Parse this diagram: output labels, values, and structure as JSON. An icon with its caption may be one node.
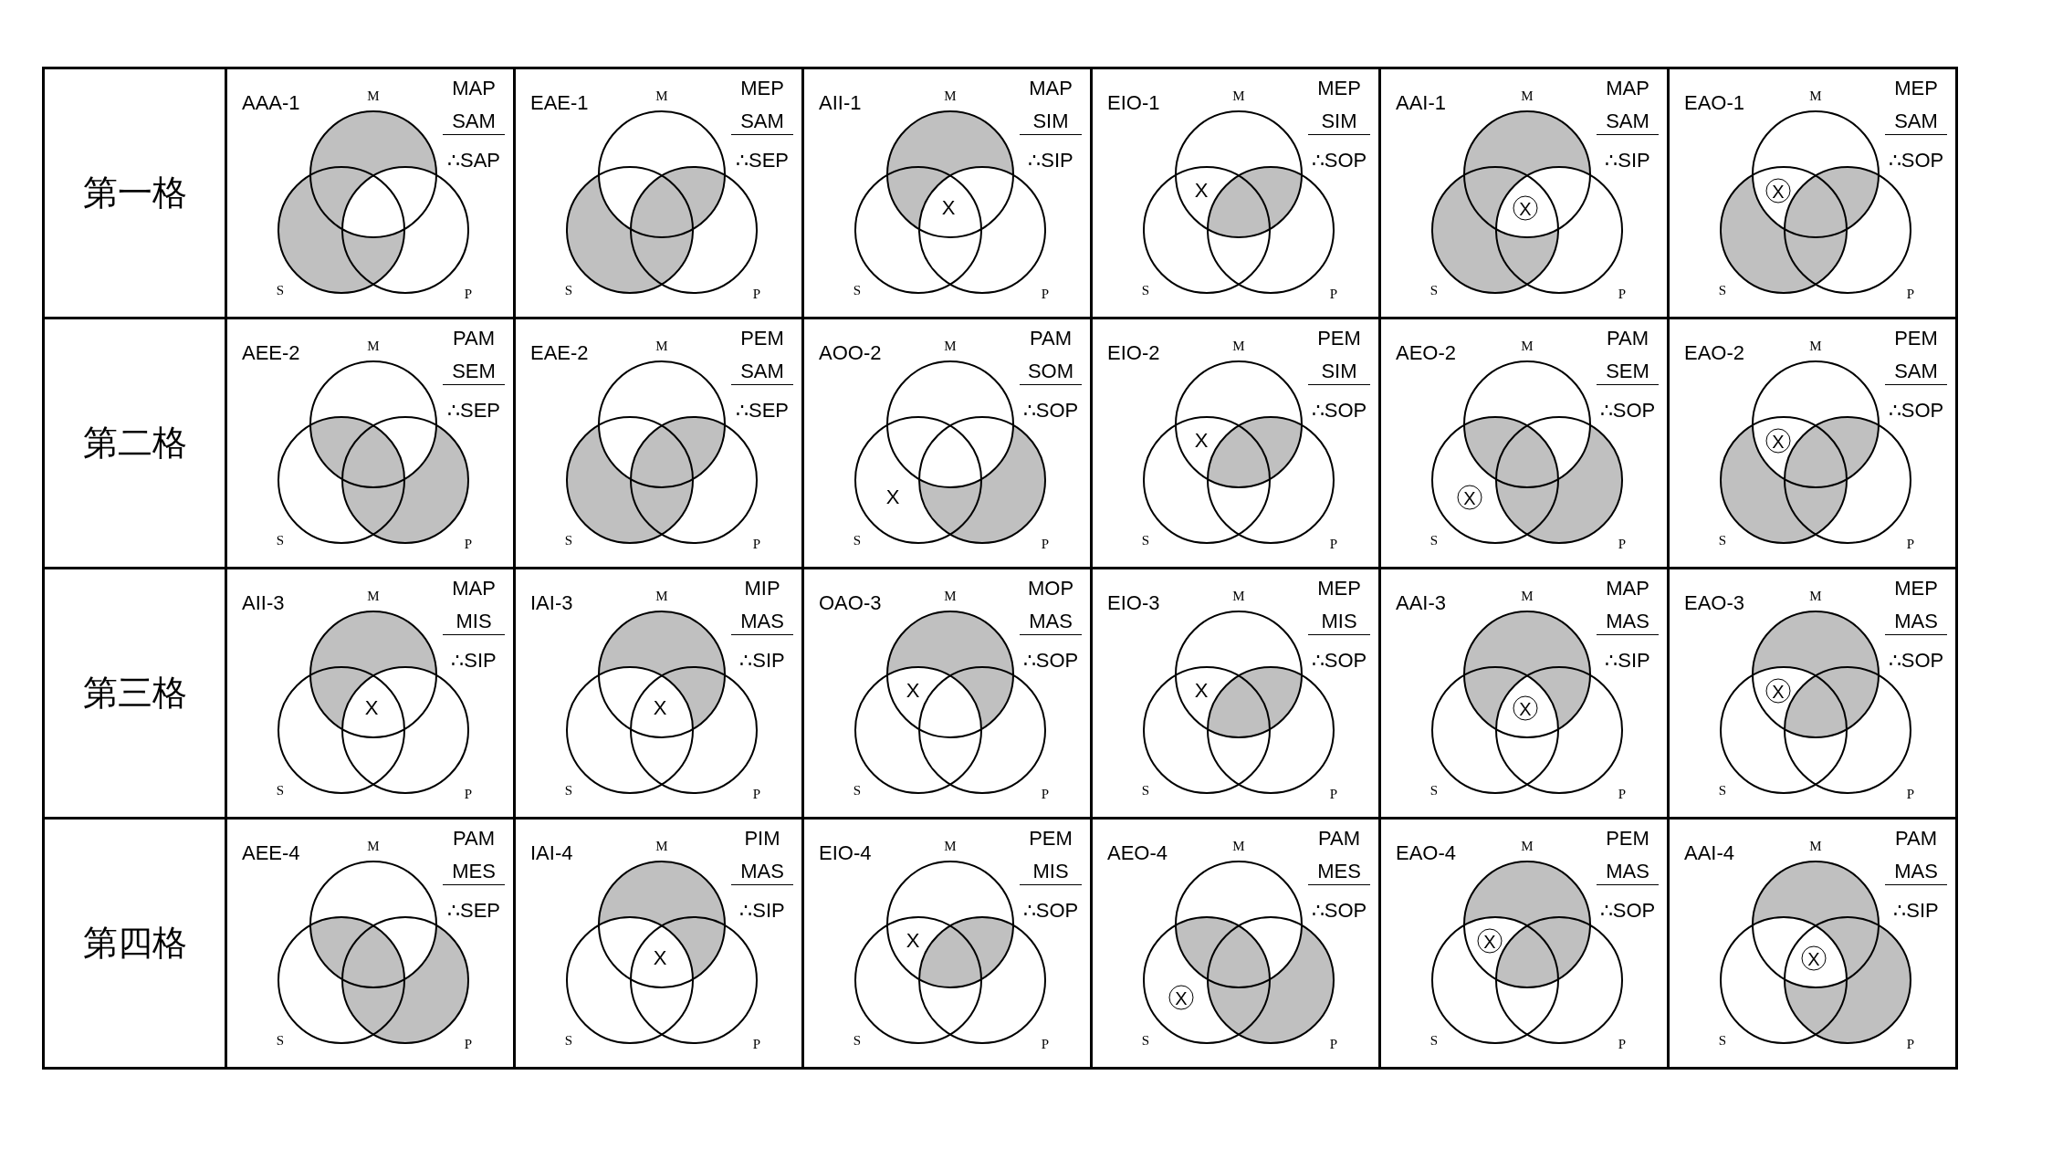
{
  "diagram": {
    "nodes": [
      {
        "text": [
          "第一格"
        ]
      },
      {
        "text": [
          "AAA-1",
          "M",
          "MAP",
          "SAM",
          "∴SAP",
          "S",
          "P"
        ]
      },
      {
        "text": [
          "EAE-1",
          "M",
          "MEP",
          "SAM",
          "∴SEP",
          "S",
          "P"
        ]
      },
      {
        "text": [
          "AII-1",
          "M",
          "MAP",
          "SIM",
          "∴SIP",
          "X",
          "S",
          "P"
        ]
      },
      {
        "text": [
          "EIO-1",
          "M",
          "MEP",
          "SIM",
          "∴SOP",
          "X",
          "S",
          "P"
        ]
      },
      {
        "text": [
          "AAI-1",
          "M",
          "MAP",
          "SAM",
          "∴SIP",
          "X",
          "S",
          "P"
        ]
      },
      {
        "text": [
          "EAO-1",
          "M",
          "MEP",
          "SAM",
          "∴SOP",
          "X",
          "S",
          "P"
        ]
      },
      {
        "text": [
          "第二格"
        ]
      },
      {
        "text": [
          "AEE-2",
          "M",
          "PAM",
          "SEM",
          "∴SEP",
          "S",
          "P"
        ]
      },
      {
        "text": [
          "EAE-2",
          "M",
          "PEM",
          "SAM",
          "∴SEP",
          "S",
          "P"
        ]
      },
      {
        "text": [
          "AOO-2",
          "M",
          "PAM",
          "SOM",
          "∴SOP",
          "X",
          "S",
          "P"
        ]
      },
      {
        "text": [
          "EIO-2",
          "M",
          "PEM",
          "SIM",
          "∴SOP",
          "X",
          "S",
          "P"
        ]
      },
      {
        "text": [
          "AEO-2",
          "M",
          "PAM",
          "SEM",
          "∴SOP",
          "X",
          "S",
          "P"
        ]
      },
      {
        "text": [
          "EAO-2",
          "M",
          "PEM",
          "SAM",
          "∴SOP",
          "X",
          "S",
          "P"
        ]
      },
      {
        "text": [
          "第三格"
        ]
      },
      {
        "text": [
          "AII-3",
          "M",
          "MAP",
          "MIS",
          "∴SIP",
          "X",
          "S",
          "P"
        ]
      },
      {
        "text": [
          "IAI-3",
          "M",
          "MIP",
          "MAS",
          "∴SIP",
          "X",
          "S",
          "P"
        ]
      },
      {
        "text": [
          "OAO-3",
          "M",
          "MOP",
          "MAS",
          "∴SOP",
          "X",
          "S",
          "P"
        ]
      },
      {
        "text": [
          "EIO-3",
          "M",
          "MEP",
          "MIS",
          "∴SOP",
          "X",
          "S",
          "P"
        ]
      },
      {
        "text": [
          "AAI-3",
          "M",
          "MAP",
          "MAS",
          "∴SIP",
          "X",
          "S",
          "P"
        ]
      },
      {
        "text": [
          "EAO-3",
          "M",
          "MEP",
          "MAS",
          "∴SOP",
          "X",
          "S",
          "P"
        ]
      },
      {
        "text": [
          "第四格"
        ]
      },
      {
        "text": [
          "AEE-4",
          "M",
          "PAM",
          "MES",
          "∴SEP",
          "S",
          "P"
        ]
      },
      {
        "text": [
          "IAI-4",
          "M",
          "PIM",
          "MAS",
          "∴SIP",
          "X",
          "S",
          "P"
        ]
      },
      {
        "text": [
          "EIO-4",
          "M",
          "PEM",
          "MIS",
          "∴SOP",
          "X",
          "S",
          "P"
        ]
      },
      {
        "text": [
          "AEO-4",
          "M",
          "PAM",
          "MES",
          "∴SOP",
          "X",
          "S",
          "P"
        ]
      },
      {
        "text": [
          "EAO-4",
          "M",
          "PEM",
          "MAS",
          "∴SOP",
          "X",
          "S",
          "P"
        ]
      },
      {
        "text": [
          "AAI-4",
          "M",
          "PAM",
          "MAS",
          "∴SIP",
          "X",
          "S",
          "P"
        ]
      }
    ]
  }
}
